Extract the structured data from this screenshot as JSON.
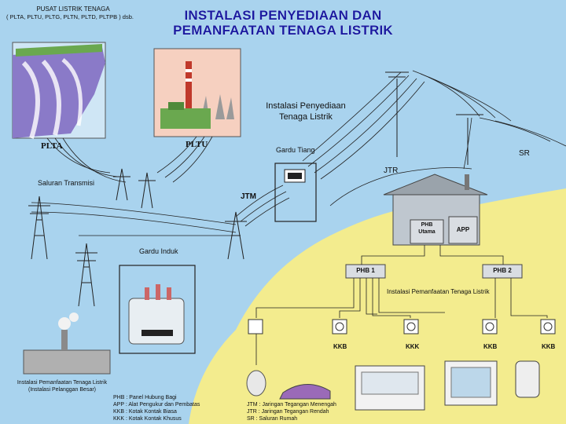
{
  "title": {
    "line1": "INSTALASI PENYEDIAAN DAN",
    "line2": "PEMANFAATAN TENAGA LISTRIK"
  },
  "power_plant": {
    "heading": "PUSAT LISTRIK TENAGA",
    "subheading": "( PLTA,  PLTU, PLTG, PLTN, PLTD, PLTPB  ) dsb.",
    "plta_label": "PLTA",
    "pltu_label": "PLTU"
  },
  "labels": {
    "instalasi_penyediaan": [
      "Instalasi Penyediaan",
      "Tenaga Listrik"
    ],
    "gardu_tiang": "Gardu Tiang",
    "saluran_transmisi": "Saluran Transmisi",
    "jtm": "JTM",
    "jtr": "JTR",
    "sr": "SR",
    "gardu_induk": "Gardu Induk",
    "phb_utama": [
      "PHB",
      "Utama"
    ],
    "app": "APP",
    "phb1": "PHB 1",
    "phb2": "PHB 2",
    "instalasi_pemanfaatan": "Instalasi Pemanfaatan Tenaga Listrik",
    "pelanggan": [
      "Instalasi Pemanfaatan Tenaga Listrik",
      "(Instalasi Pelanggan Besar)"
    ],
    "kkb": "KKB",
    "kkk": "KKK"
  },
  "legend_left": [
    "PHB : Panel Hubung Bagi",
    "APP : Alat Pengukur dan Pembatas",
    "KKB : Kotak Kontak Biasa",
    "KKK : Kotak Kontak Khusus"
  ],
  "legend_right": [
    "JTM : Jaringan Tegangan Menengah",
    "JTR : Jaringan Tegangan Rendah",
    "SR    : Saluran Rumah"
  ],
  "colors": {
    "background": "#a9d3ee",
    "sand": "#f3ec8e",
    "title": "#1a1aa0",
    "house": "#bfc7cf",
    "panel": "#d9dde2"
  }
}
